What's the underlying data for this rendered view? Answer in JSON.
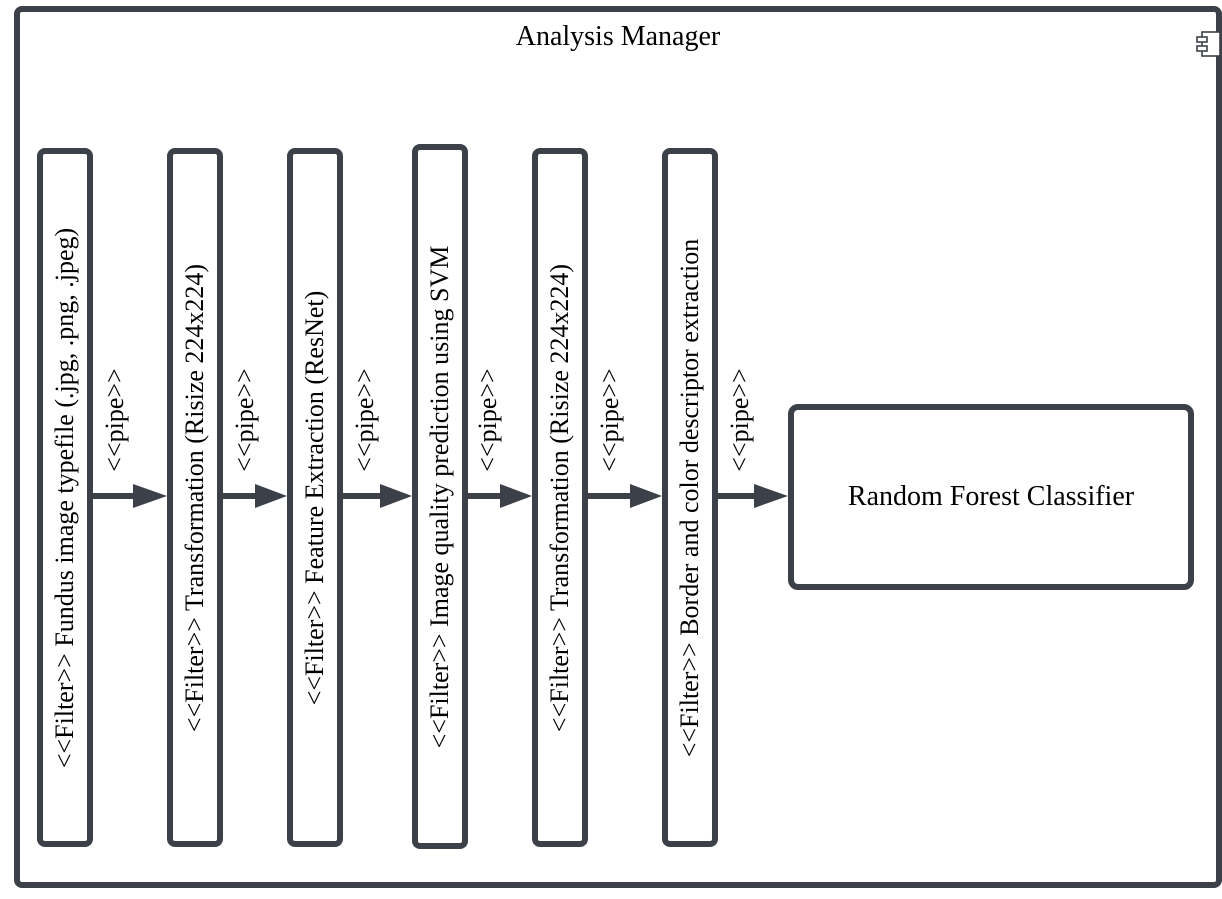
{
  "diagram": {
    "title": "Analysis Manager",
    "icon": "component-icon",
    "stroke_color": "#3c4149",
    "filters": [
      "<<Filter>> Fundus image typefile (.jpg, .png, .jpeg)",
      "<<Filter>> Transformation (Risize 224x224)",
      "<<Filter>> Feature Extraction (ResNet)",
      "<<Filter>> Image quality prediction using SVM",
      "<<Filter>> Transformation (Risize 224x224)",
      "<<Filter>> Border and color descriptor extraction"
    ],
    "pipe_label": "<<pipe>>",
    "classifier": "Random Forest Classifier"
  }
}
